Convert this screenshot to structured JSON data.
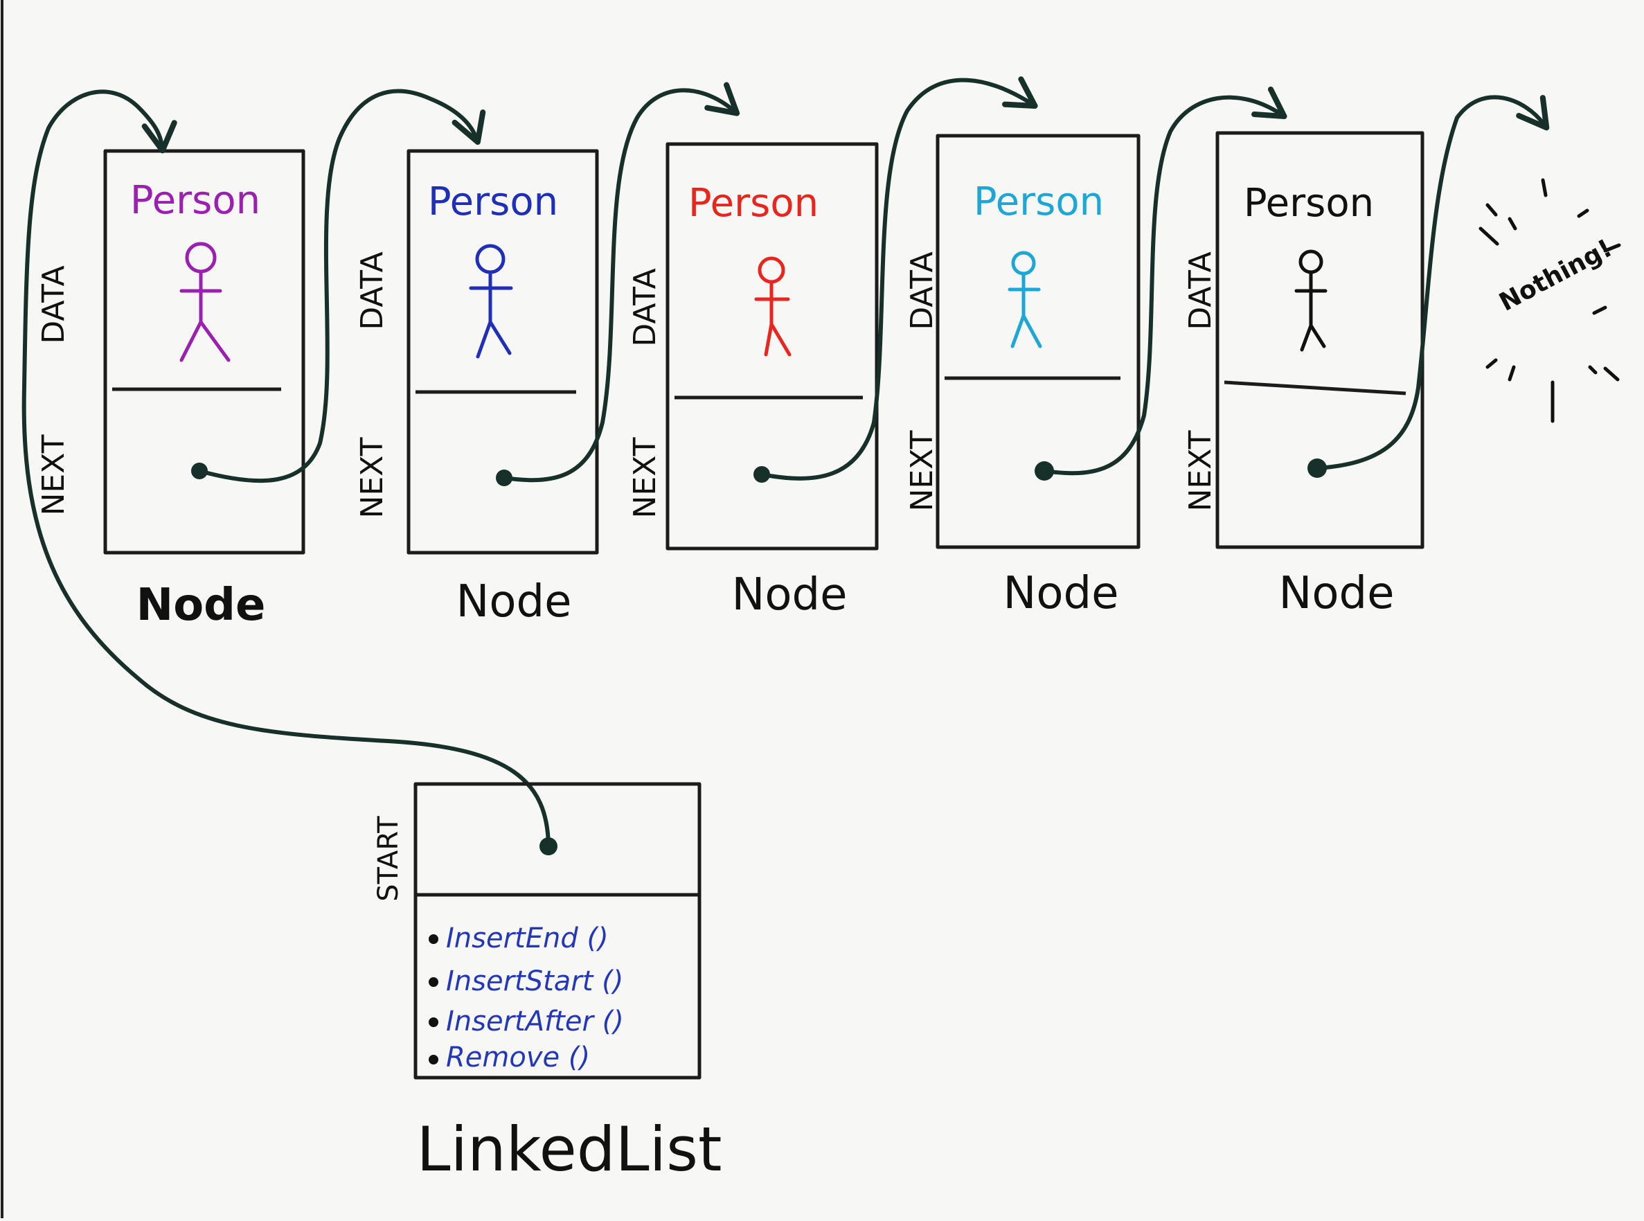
{
  "nodes": [
    {
      "data_label": "DATA",
      "next_label": "NEXT",
      "person_label": "Person",
      "caption": "Node",
      "color": "#9b1fb0"
    },
    {
      "data_label": "DATA",
      "next_label": "NEXT",
      "person_label": "Person",
      "caption": "Node",
      "color": "#1f2fb8"
    },
    {
      "data_label": "DATA",
      "next_label": "NEXT",
      "person_label": "Person",
      "caption": "Node",
      "color": "#e8261e"
    },
    {
      "data_label": "DATA",
      "next_label": "NEXT",
      "person_label": "Person",
      "caption": "Node",
      "color": "#1ea7d6"
    },
    {
      "data_label": "DATA",
      "next_label": "NEXT",
      "person_label": "Person",
      "caption": "Node",
      "color": "#111111"
    }
  ],
  "terminal": {
    "text": "Nothing!"
  },
  "linked_list": {
    "start_label": "START",
    "methods": [
      "InsertEnd ()",
      "InsertStart ()",
      "InsertAfter ()",
      "Remove ()"
    ],
    "caption": "LinkedList"
  }
}
